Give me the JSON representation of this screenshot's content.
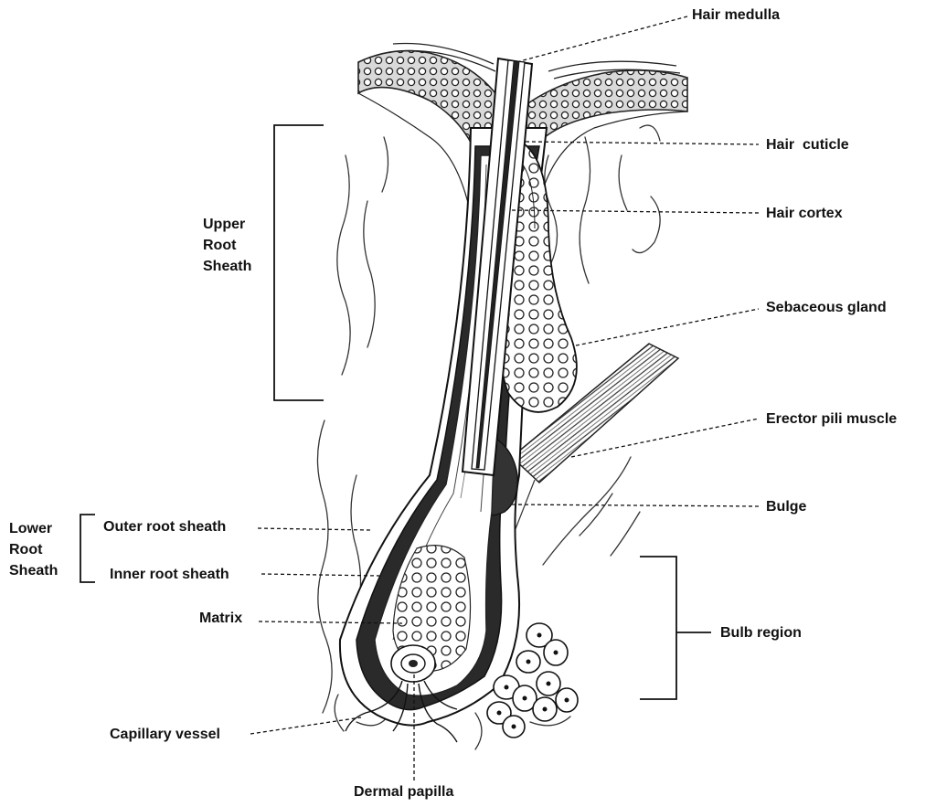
{
  "labels": {
    "hair_medulla": "Hair medulla",
    "hair_cuticle": "Hair  cuticle",
    "hair_cortex": "Hair cortex",
    "sebaceous_gland": "Sebaceous gland",
    "erector_pili_muscle": "Erector pili muscle",
    "bulge": "Bulge",
    "bulb_region": "Bulb region",
    "outer_root_sheath": "Outer root sheath",
    "inner_root_sheath": "Inner root sheath",
    "matrix": "Matrix",
    "capillary_vessel": "Capillary vessel",
    "dermal_papilla": "Dermal papilla"
  },
  "groups": {
    "upper_root_sheath": [
      "Upper",
      "Root",
      "Sheath"
    ],
    "lower_root_sheath": [
      "Lower",
      "Root",
      "Sheath"
    ]
  }
}
